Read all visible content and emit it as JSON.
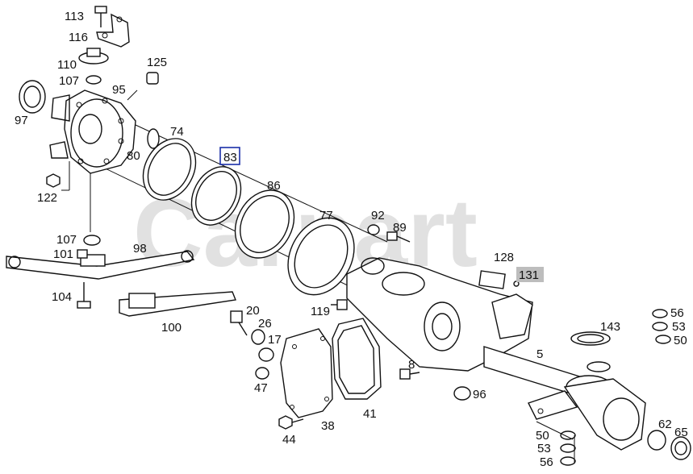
{
  "watermark": "Carpart",
  "highlight": {
    "label": "83",
    "color": "#1a2fa8"
  },
  "note_box": {
    "label": "131",
    "color": "#bdbdbd"
  },
  "labels": {
    "l113": "113",
    "l116": "116",
    "l110": "110",
    "l107a": "107",
    "l95": "95",
    "l125": "125",
    "l97": "97",
    "l74": "74",
    "l80": "80",
    "l122": "122",
    "l83": "83",
    "l86": "86",
    "l77": "77",
    "l92": "92",
    "l89": "89",
    "l107b": "107",
    "l101": "101",
    "l98": "98",
    "l104": "104",
    "l100": "100",
    "l128": "128",
    "l131": "131",
    "l119": "119",
    "l20": "20",
    "l26": "26",
    "l17": "17",
    "l47": "47",
    "l143": "143",
    "l56a": "56",
    "l53a": "53",
    "l50a": "50",
    "l5": "5",
    "l8": "8",
    "l96": "96",
    "l38": "38",
    "l41": "41",
    "l44": "44",
    "l62": "62",
    "l65": "65",
    "l50b": "50",
    "l53b": "53",
    "l56b": "56"
  }
}
